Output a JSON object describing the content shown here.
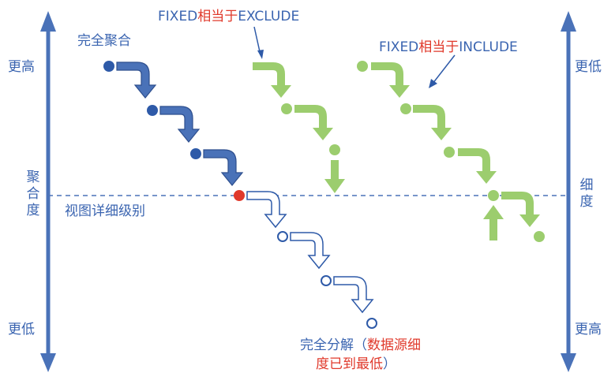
{
  "labels": {
    "full_aggregation": "完全聚合",
    "fixed_exclude_prefix": "FIXED",
    "fixed_exclude_mid": "相当于",
    "fixed_exclude_suffix": "EXCLUDE",
    "fixed_include_prefix": "FIXED",
    "fixed_include_mid": "相当于",
    "fixed_include_suffix": "INCLUDE",
    "view_level_of_detail": "视图详细级别",
    "full_disaggregation_line1_blue": "完全分解（",
    "full_disaggregation_line1_red": "数据源细",
    "full_disaggregation_line2_red": "度已到最低",
    "full_disaggregation_line2_blue": "）"
  },
  "left_axis": {
    "top": "更高",
    "middle": "聚合度",
    "bottom": "更低"
  },
  "right_axis": {
    "top": "更低",
    "middle": "细度",
    "bottom": "更高"
  },
  "colors": {
    "axis": "#4a72b8",
    "blue_fill": "#4a72b8",
    "green_fill": "#9ccd6e",
    "highlight": "#e0392b",
    "text_blue": "#3a64b0"
  }
}
